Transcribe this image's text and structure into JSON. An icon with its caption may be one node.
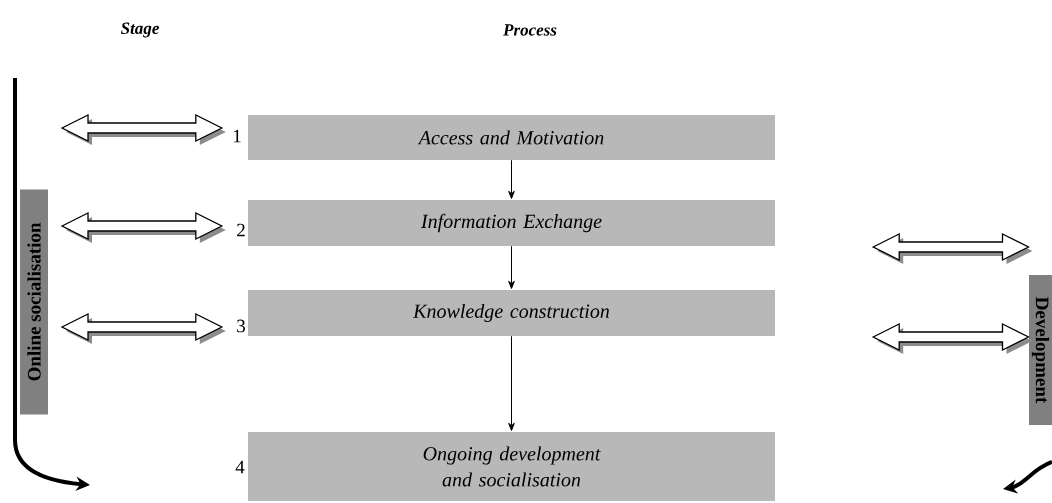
{
  "diagram": {
    "nodes": [
      {
        "text": [
          "Access and Motivation"
        ]
      },
      {
        "text": [
          "Information Exchange"
        ]
      },
      {
        "text": [
          "Knowledge construction"
        ]
      },
      {
        "text": [
          "Ongoing development and socialisation"
        ]
      },
      {
        "text": [
          "Online socialisation"
        ]
      },
      {
        "text": [
          "Development"
        ]
      }
    ],
    "edges": [
      {
        "from": 0,
        "to": 1,
        "arrow": "to"
      },
      {
        "from": 1,
        "to": 2,
        "arrow": "to"
      },
      {
        "from": 2,
        "to": 3,
        "arrow": "to"
      },
      {
        "from": 4,
        "to": 0,
        "arrow": "both"
      },
      {
        "from": 4,
        "to": 1,
        "arrow": "both"
      },
      {
        "from": 4,
        "to": 2,
        "arrow": "both"
      },
      {
        "from": 1,
        "to": 5,
        "arrow": "both"
      },
      {
        "from": 2,
        "to": 5,
        "arrow": "both"
      }
    ],
    "labels": [
      "Stage",
      "Process",
      "1",
      "2",
      "3",
      "4"
    ]
  }
}
